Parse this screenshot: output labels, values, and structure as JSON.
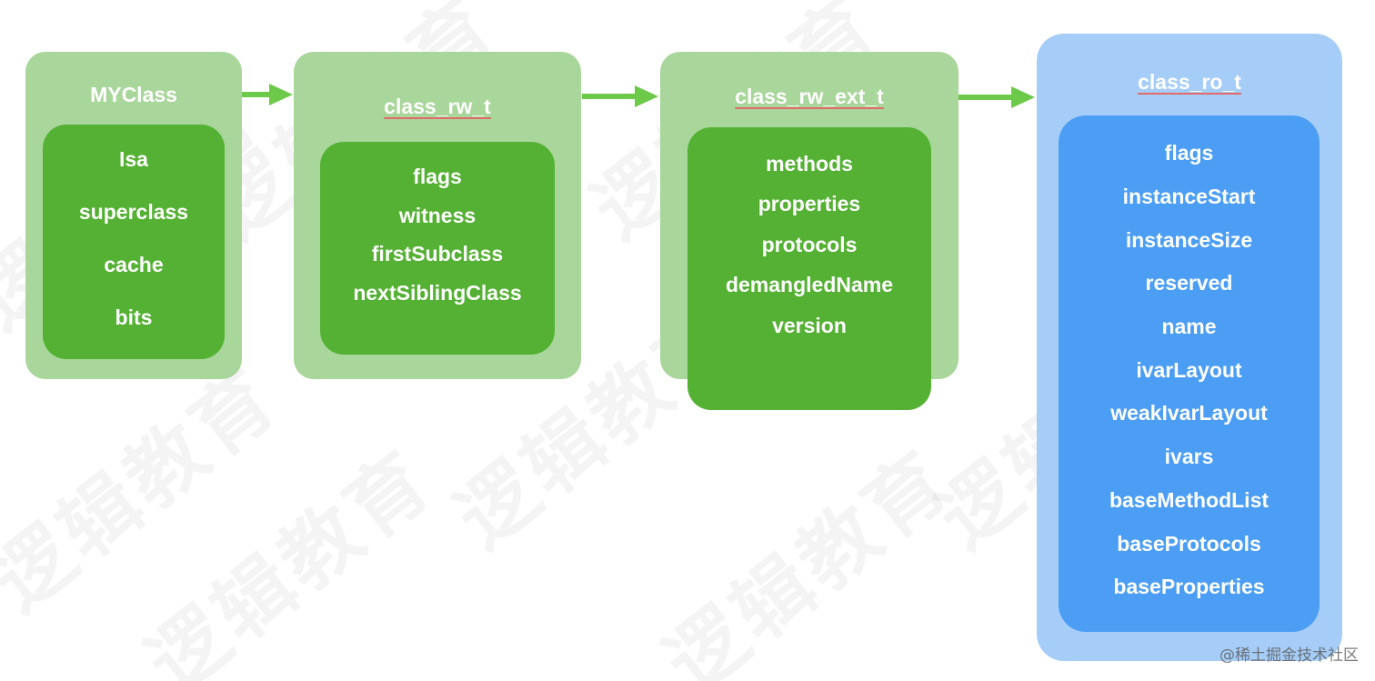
{
  "watermark": "逻辑教育",
  "boxes": {
    "myclass": {
      "title": "MYClass",
      "fields": [
        "Isa",
        "superclass",
        "cache",
        "bits"
      ]
    },
    "class_rw_t": {
      "title": "class_rw_t",
      "fields": [
        "flags",
        "witness",
        "firstSubclass",
        "nextSiblingClass"
      ]
    },
    "class_rw_ext_t": {
      "title": "class_rw_ext_t",
      "fields": [
        "methods",
        "properties",
        "protocols",
        "demangledName",
        "version"
      ]
    },
    "class_ro_t": {
      "title": "class_ro_t",
      "fields": [
        "flags",
        "instanceStart",
        "instanceSize",
        "reserved",
        "name",
        "ivarLayout",
        "weakIvarLayout",
        "ivars",
        "baseMethodList",
        "baseProtocols",
        "baseProperties"
      ]
    }
  },
  "credit": "@稀土掘金技术社区",
  "colors": {
    "outer_green": "#a9d69b",
    "inner_green": "#55b134",
    "outer_blue": "#a6cdf7",
    "inner_blue": "#4b9ef3",
    "arrow": "#6cc94a"
  }
}
